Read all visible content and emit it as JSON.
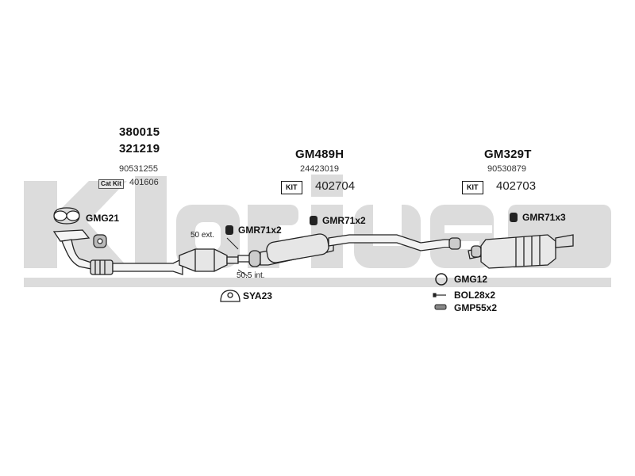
{
  "watermark": {
    "text": "Klarius",
    "color": "#d9d9d9"
  },
  "groups": {
    "front": {
      "part_a": "380015",
      "part_b": "321219",
      "oem": "90531255",
      "catkit_label": "Cat Kit",
      "catkit_number": "401606"
    },
    "middle": {
      "part": "GM489H",
      "oem": "24423019",
      "kit_label": "KIT",
      "kit_number": "402704"
    },
    "rear": {
      "part": "GM329T",
      "oem": "90530879",
      "kit_label": "KIT",
      "kit_number": "402703"
    }
  },
  "accessories": {
    "gmg21": "GMG21",
    "gmr_front": "GMR71x2",
    "gmr_middle": "GMR71x2",
    "gmr_rear": "GMR71x3",
    "sya": "SYA23",
    "gmg12": "GMG12",
    "bol": "BOL28x2",
    "gmp": "GMP55x2"
  },
  "dimensions": {
    "ext": "50 ext.",
    "int": "50.5 int."
  }
}
